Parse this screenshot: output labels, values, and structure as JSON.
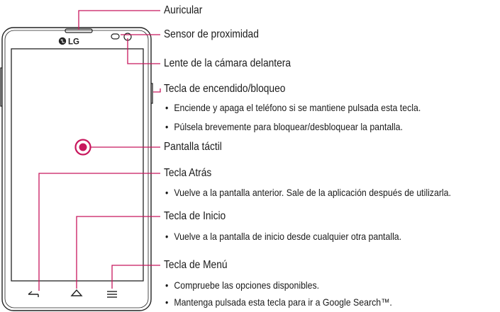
{
  "brand": {
    "logo_text": "LG"
  },
  "colors": {
    "callout": "#c8175d",
    "outline": "#222222"
  },
  "callouts": [
    {
      "label": "Auricular",
      "descriptions": []
    },
    {
      "label": "Sensor de proximidad",
      "descriptions": []
    },
    {
      "label": "Lente de la cámara delantera",
      "descriptions": []
    },
    {
      "label": "Tecla de encendido/bloqueo",
      "descriptions": [
        "Enciende y apaga el teléfono si se mantiene pulsada esta tecla.",
        "Púlsela brevemente para bloquear/desbloquear la pantalla."
      ]
    },
    {
      "label": "Pantalla táctil",
      "descriptions": []
    },
    {
      "label": "Tecla Atrás",
      "descriptions": [
        "Vuelve a la pantalla anterior. Sale de la aplicación después de utilizarla."
      ]
    },
    {
      "label": "Tecla de Inicio",
      "descriptions": [
        "Vuelve a la pantalla de inicio desde cualquier otra pantalla."
      ]
    },
    {
      "label": "Tecla de Menú",
      "descriptions": [
        "Compruebe las opciones disponibles.",
        "Mantenga pulsada esta tecla para ir a Google Search™."
      ]
    }
  ]
}
